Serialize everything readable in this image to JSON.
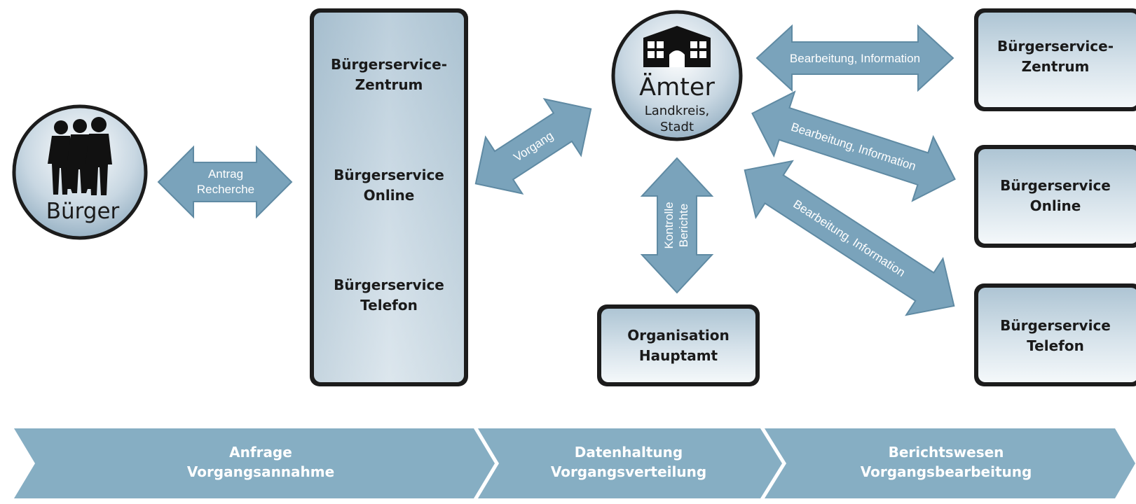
{
  "buerger": {
    "label": "Bürger"
  },
  "arrow_antrag": {
    "line1": "Antrag",
    "line2": "Recherche"
  },
  "service_column": {
    "item1": {
      "line1": "Bürgerservice-",
      "line2": "Zentrum"
    },
    "item2": {
      "line1": "Bürgerservice",
      "line2": "Online"
    },
    "item3": {
      "line1": "Bürgerservice",
      "line2": "Telefon"
    }
  },
  "arrow_vorgang": {
    "label": "Vorgang"
  },
  "aemter": {
    "title": "Ämter",
    "line1": "Landkreis,",
    "line2": "Stadt"
  },
  "arrow_kontrolle": {
    "line1": "Kontrolle",
    "line2": "Berichte"
  },
  "organisation": {
    "line1": "Organisation",
    "line2": "Hauptamt"
  },
  "arrow_info_1": {
    "label": "Bearbeitung, Information"
  },
  "arrow_info_2": {
    "label": "Bearbeitung, Information"
  },
  "arrow_info_3": {
    "label": "Bearbeitung, Information"
  },
  "right_boxes": {
    "box1": {
      "line1": "Bürgerservice-",
      "line2": "Zentrum"
    },
    "box2": {
      "line1": "Bürgerservice",
      "line2": "Online"
    },
    "box3": {
      "line1": "Bürgerservice",
      "line2": "Telefon"
    }
  },
  "process": [
    {
      "line1": "Anfrage",
      "line2": "Vorgangsannahme"
    },
    {
      "line1": "Datenhaltung",
      "line2": "Vorgangsverteilung"
    },
    {
      "line1": "Berichtswesen",
      "line2": "Vorgangsbearbeitung"
    }
  ],
  "colors": {
    "arrow": "#7aa3bb",
    "arrow_stroke": "#5f8aa3",
    "box_border": "#1c1c1c",
    "chevron": "#86aec3"
  }
}
